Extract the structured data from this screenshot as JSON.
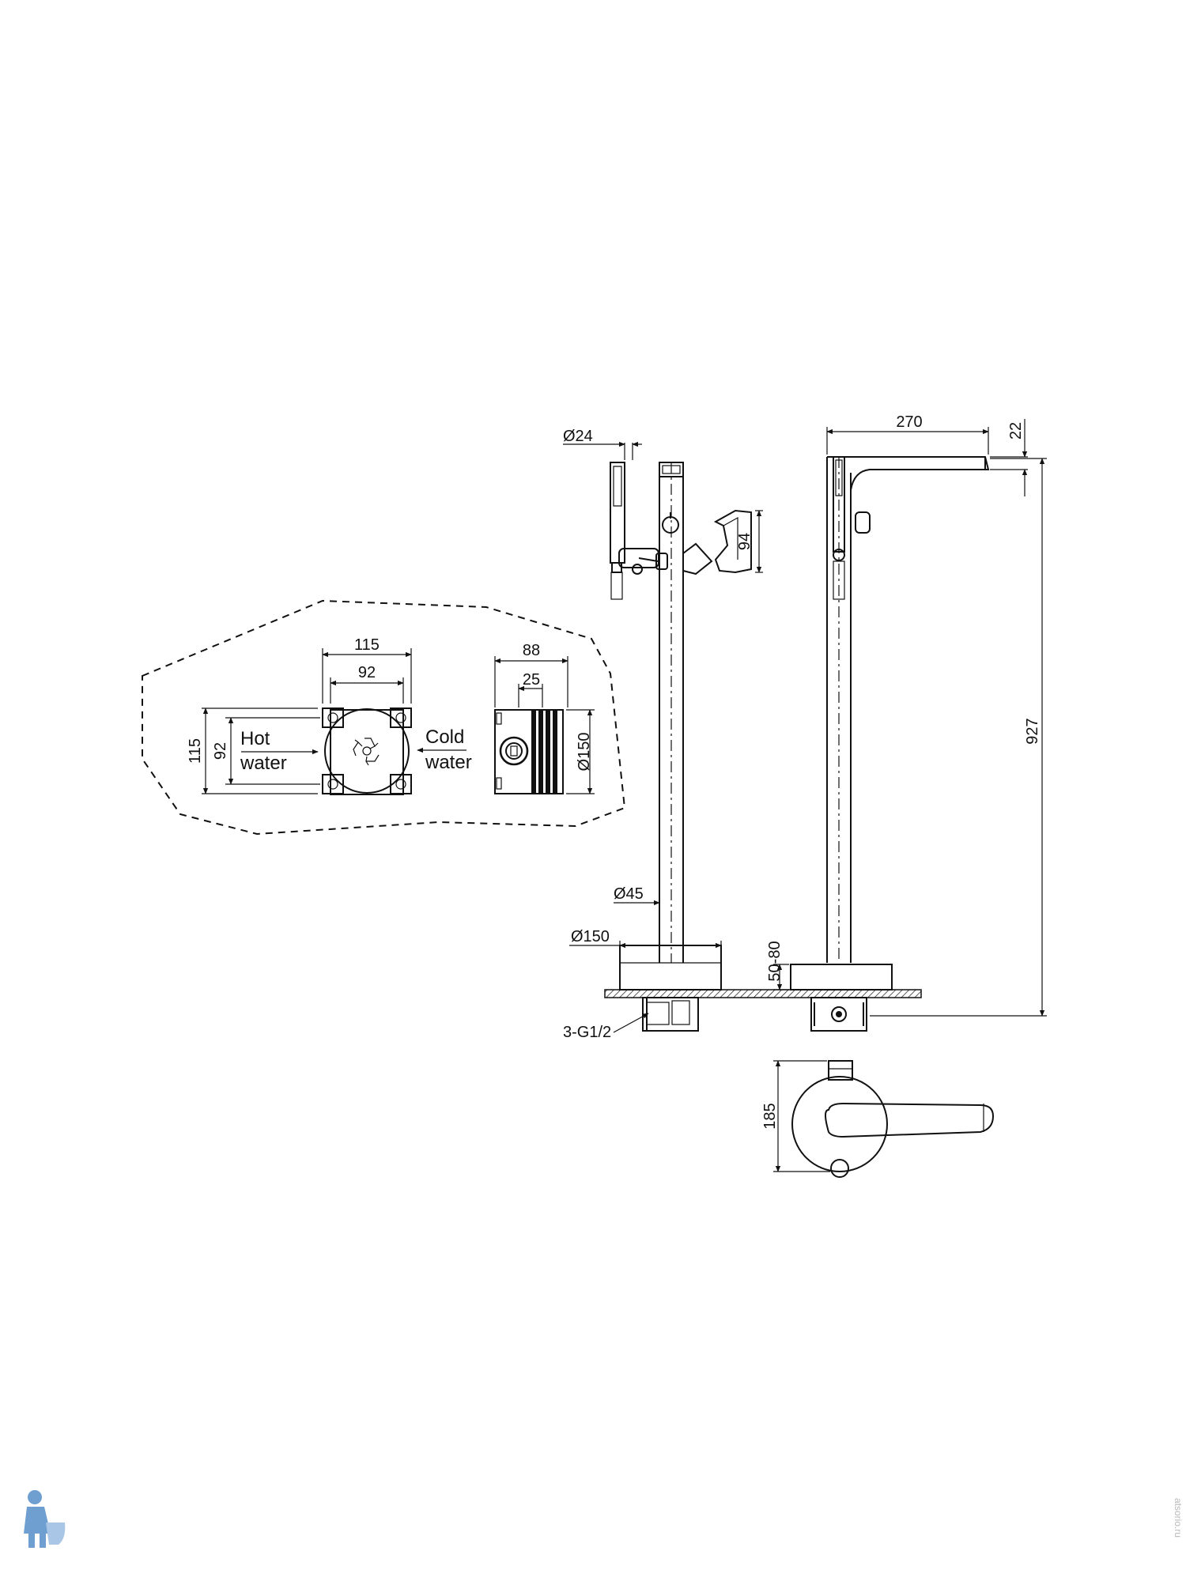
{
  "dimensions": {
    "box_width": "115",
    "box_inner_width": "92",
    "box_height": "115",
    "box_inner_height": "92",
    "box_depth": "88",
    "box_offset": "25",
    "box_diameter": "Ø150",
    "handshower_diameter": "Ø24",
    "holder_height": "94",
    "spout_length": "270",
    "spout_height": "22",
    "total_height": "927",
    "column_diameter": "Ø45",
    "base_diameter": "Ø150",
    "floor_depth": "50-80",
    "connection": "3-G1/2",
    "handle_height": "185"
  },
  "labels": {
    "hot_line1": "Hot",
    "hot_line2": "water",
    "cold_line1": "Cold",
    "cold_line2": "water"
  },
  "watermark": {
    "text": "atsorio.ru",
    "color": "#6f9fd0"
  }
}
